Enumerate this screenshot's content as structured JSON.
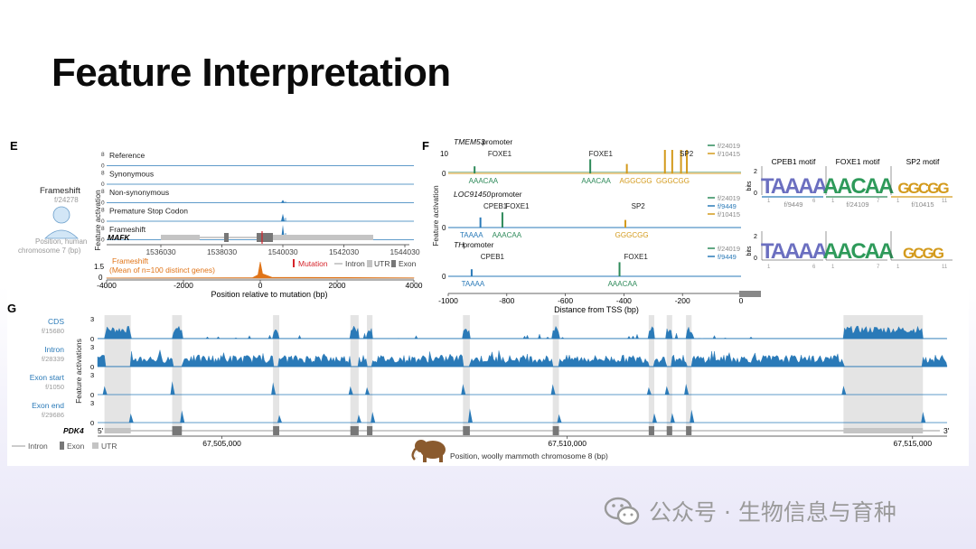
{
  "slide": {
    "title": "Feature Interpretation"
  },
  "colors": {
    "blue": "#2a7ab8",
    "green": "#2e8a5a",
    "gold": "#d39a1c",
    "orange": "#e07418",
    "red": "#d6232a",
    "grey": "#9a9a9a",
    "shade": "#e4e4e4"
  },
  "panel_e": {
    "label": "E",
    "feature_name": "Frameshift",
    "feature_id": "f/24278",
    "ylabel": "Feature activation",
    "ytick": "8",
    "ytick0": "0",
    "tracks": [
      "Reference",
      "Synonymous",
      "Non-synonymous",
      "Premature Stop Codon",
      "Frameshift"
    ],
    "gene": "MAFK",
    "genome_ticks": [
      "1536030",
      "1538030",
      "1540030",
      "1542030",
      "1544030"
    ],
    "genome_xlabel": "Position, human chromosome 7 (bp)",
    "legend": {
      "mutation": "Mutation",
      "intron": "Intron",
      "utr": "UTR",
      "exon": "Exon"
    },
    "mean_title": "Frameshift",
    "mean_subtitle": "(Mean of n=100 distinct genes)",
    "mean_yticks": [
      "1.5",
      "0"
    ],
    "x_ticks": [
      "-4000",
      "-2000",
      "0",
      "2000",
      "4000"
    ],
    "xlabel": "Position relative to mutation (bp)"
  },
  "panel_f": {
    "label": "F",
    "ylabel": "Feature activation",
    "promoters": [
      {
        "name": "TMEM53",
        "suffix": " promoter",
        "ytick_top": "10",
        "ytick_bottom": "0",
        "legend": [
          "f/24019",
          "f/10415"
        ],
        "motifs_top": [
          "FOXE1",
          "FOXE1",
          "SP2"
        ],
        "motifs_bottom": [
          "AAACAA",
          "AAACAA",
          "AGGCGG",
          "GGGCGG"
        ]
      },
      {
        "name": "LOC91450",
        "suffix": " promoter",
        "ytick_top": "",
        "ytick_bottom": "0",
        "legend": [
          "f/24019",
          "f/9449",
          "f/10415"
        ],
        "motifs_top": [
          "CPEB1",
          "FOXE1",
          "SP2"
        ],
        "motifs_bottom": [
          "TAAAA",
          "AAACAA",
          "GGGCGG"
        ]
      },
      {
        "name": "TH",
        "suffix": " promoter",
        "ytick_top": "",
        "ytick_bottom": "0",
        "legend": [
          "f/24019",
          "f/9449"
        ],
        "motifs_top": [
          "CPEB1",
          "FOXE1"
        ],
        "motifs_bottom": [
          "TAAAA",
          "AAACAA"
        ]
      }
    ],
    "x_ticks": [
      "-1000",
      "-800",
      "-600",
      "-400",
      "-200",
      "0"
    ],
    "xlabel": "Distance from TSS (bp)",
    "logos": {
      "titles": [
        "CPEB1 motif",
        "FOXE1 motif",
        "SP2 motif"
      ],
      "ids": [
        "f/9449",
        "f/24109",
        "f/10415"
      ],
      "seqs": [
        "TAAAA",
        "AACAA",
        "GGCGG",
        "TAAAA",
        "AACAA",
        "GCGG"
      ],
      "ylabel": "bits",
      "ytick_top": "2",
      "ytick_bottom": "0",
      "xticks": [
        "1",
        "6",
        "1",
        "7",
        "1",
        "11"
      ]
    }
  },
  "panel_g": {
    "label": "G",
    "ylabel": "Feature activations",
    "tracks": [
      {
        "name": "CDS",
        "id": "f/15680",
        "ytick": "3"
      },
      {
        "name": "Intron",
        "id": "f/28339",
        "ytick": "3"
      },
      {
        "name": "Exon start",
        "id": "f/1050",
        "ytick": "3"
      },
      {
        "name": "Exon end",
        "id": "f/29686",
        "ytick": "3"
      }
    ],
    "ytick0": "0",
    "gene": "PDK4",
    "strand_left": "5'",
    "strand_right": "3'",
    "x_ticks": [
      "67,505,000",
      "67,510,000",
      "67,515,000"
    ],
    "xlabel": "Position, woolly mammoth chromosome 8 (bp)",
    "legend": {
      "intron": "Intron",
      "exon": "Exon",
      "utr": "UTR"
    }
  },
  "watermark": {
    "text": "公众号 · 生物信息与育种"
  },
  "chart_data": [
    {
      "type": "line",
      "title": "",
      "xlabel": "Position, human chromosome 7 (bp)",
      "ylabel": "Feature activation",
      "x_ticks": [
        1536030,
        1538030,
        1540030,
        1542030,
        1544030
      ],
      "ylim": [
        0,
        8
      ],
      "series": [
        {
          "name": "Reference",
          "peaks": []
        },
        {
          "name": "Synonymous",
          "peaks": []
        },
        {
          "name": "Non-synonymous",
          "peaks": [
            {
              "x": 1540030,
              "y": 1.5
            }
          ]
        },
        {
          "name": "Premature Stop Codon",
          "peaks": [
            {
              "x": 1540030,
              "y": 4
            }
          ]
        },
        {
          "name": "Frameshift",
          "peaks": [
            {
              "x": 1540030,
              "y": 8
            }
          ]
        }
      ]
    },
    {
      "type": "area",
      "title": "Frameshift",
      "xlabel": "Position relative to mutation (bp)",
      "xlim": [
        -4000,
        4000
      ],
      "ylim": [
        0,
        1.5
      ],
      "series": [
        {
          "name": "Frameshift",
          "x": [
            -4000,
            -200,
            -60,
            0,
            60,
            300,
            4000
          ],
          "y": [
            0.02,
            0.04,
            0.3,
            1.5,
            0.4,
            0.08,
            0.03
          ]
        }
      ]
    },
    {
      "type": "line",
      "title": "",
      "xlabel": "Distance from TSS (bp)",
      "ylabel": "Feature activation",
      "xlim": [
        -1000,
        0
      ],
      "panels": [
        {
          "promoter": "TMEM53",
          "ylim": [
            0,
            10
          ],
          "peaks": [
            {
              "feature": "f/24019",
              "motif": "FOXE1",
              "x": -910,
              "y": 3
            },
            {
              "feature": "f/24019",
              "motif": "FOXE1",
              "x": -515,
              "y": 6
            },
            {
              "feature": "f/10415",
              "motif": "SP2",
              "x": -390,
              "y": 4
            },
            {
              "feature": "f/10415",
              "motif": "SP2",
              "x": -260,
              "y": 10
            },
            {
              "feature": "f/10415",
              "motif": "SP2",
              "x": -235,
              "y": 10
            },
            {
              "feature": "f/10415",
              "motif": "SP2",
              "x": -205,
              "y": 10
            },
            {
              "feature": "f/10415",
              "motif": "SP2",
              "x": -185,
              "y": 10
            }
          ]
        },
        {
          "promoter": "LOC91450",
          "peaks": [
            {
              "feature": "f/9449",
              "motif": "CPEB1",
              "x": -890,
              "y": 4
            },
            {
              "feature": "f/24019",
              "motif": "FOXE1",
              "x": -815,
              "y": 6
            },
            {
              "feature": "f/10415",
              "motif": "SP2",
              "x": -395,
              "y": 3
            }
          ]
        },
        {
          "promoter": "TH",
          "peaks": [
            {
              "feature": "f/9449",
              "motif": "CPEB1",
              "x": -920,
              "y": 3
            },
            {
              "feature": "f/24019",
              "motif": "FOXE1",
              "x": -415,
              "y": 6
            }
          ]
        }
      ]
    },
    {
      "type": "line",
      "title": "",
      "xlabel": "Position, woolly mammoth chromosome 8 (bp)",
      "ylabel": "Feature activations",
      "x_ticks": [
        67505000,
        67510000,
        67515000
      ],
      "xlim": [
        67503200,
        67515500
      ],
      "ylim": [
        0,
        3
      ],
      "exons": [
        [
          67503300,
          67503680
        ],
        [
          67504280,
          67504420
        ],
        [
          67505740,
          67505830
        ],
        [
          67506860,
          67506980
        ],
        [
          67507100,
          67507180
        ],
        [
          67508490,
          67508590
        ],
        [
          67509790,
          67509880
        ],
        [
          67511180,
          67511260
        ],
        [
          67511440,
          67511520
        ],
        [
          67511720,
          67511800
        ],
        [
          67514000,
          67515150
        ]
      ],
      "series": [
        {
          "name": "CDS",
          "id": "f/15680",
          "pattern": "high inside exons, near zero elsewhere"
        },
        {
          "name": "Intron",
          "id": "f/28339",
          "pattern": "high across introns, near zero inside exons"
        },
        {
          "name": "Exon start",
          "id": "f/1050",
          "pattern": "spikes at exon start boundaries"
        },
        {
          "name": "Exon end",
          "id": "f/29686",
          "pattern": "spikes at exon end boundaries"
        }
      ]
    }
  ]
}
